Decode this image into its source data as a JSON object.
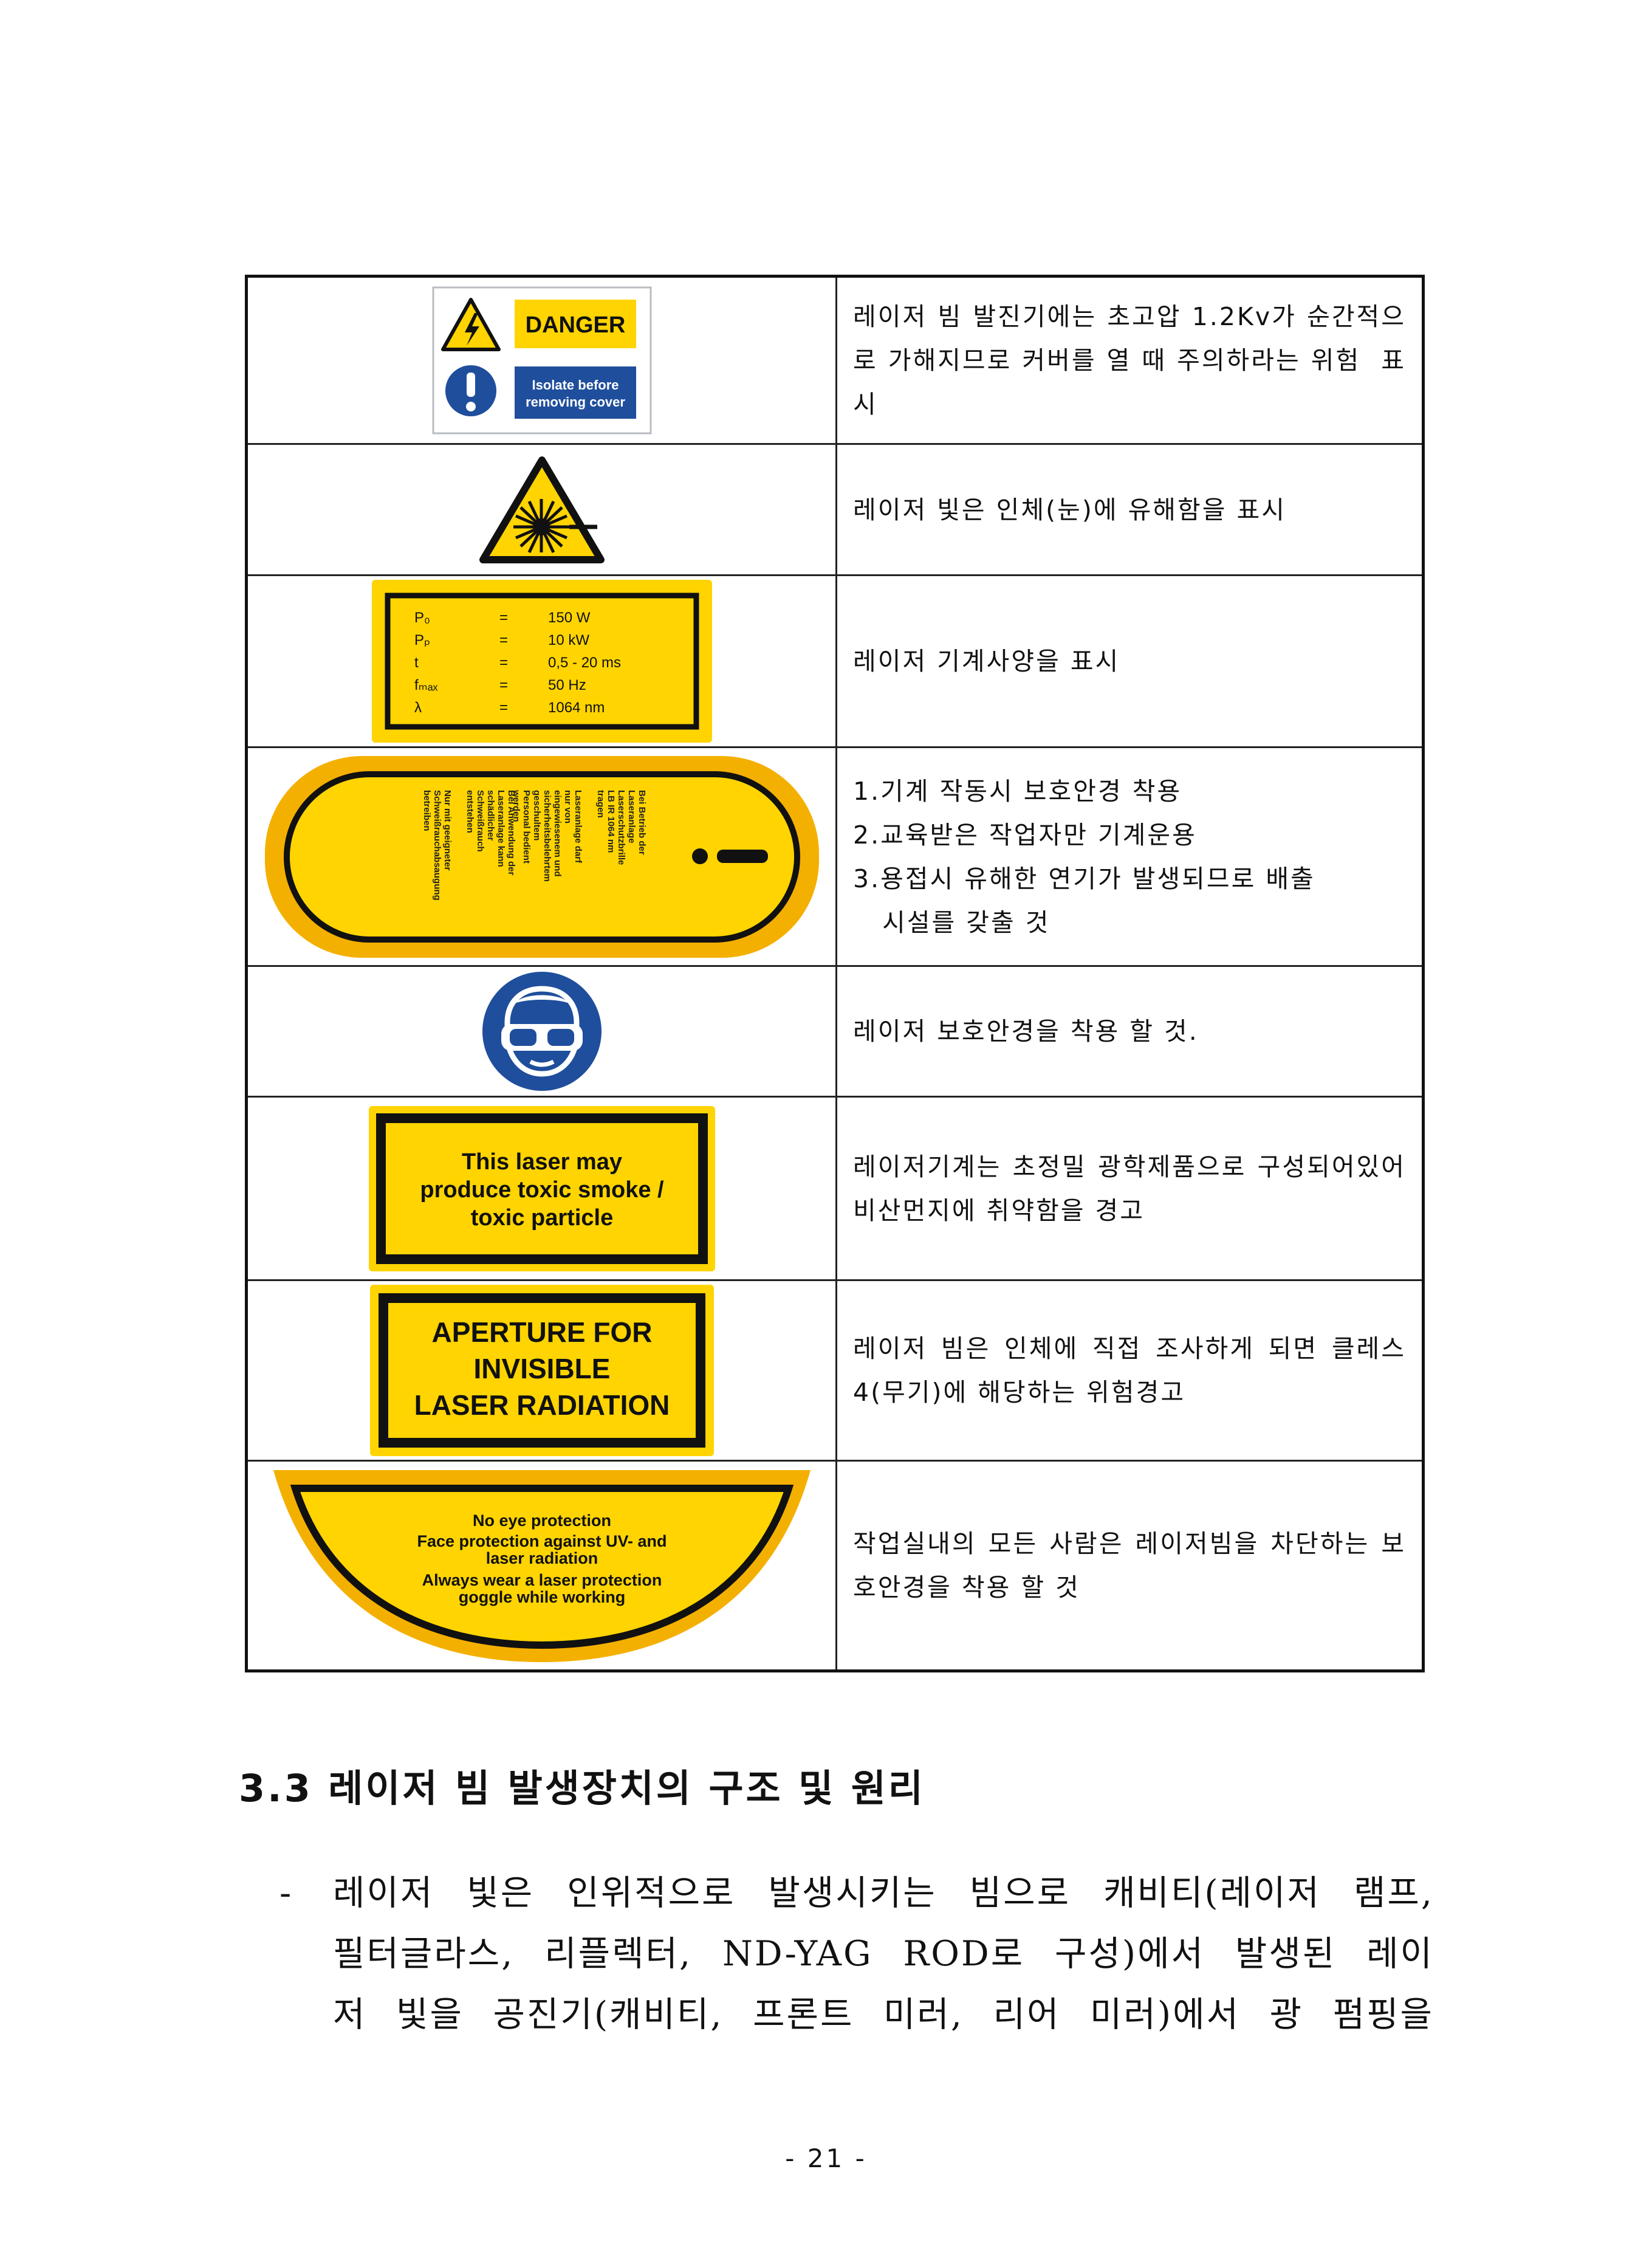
{
  "signs": [
    {
      "id": "danger-isolate",
      "label_lines": [
        "DANGER",
        "Isolate before",
        "removing cover"
      ],
      "description": "레이저 빔 발진기에는 초고압 1.2Kv가 순간적으로 가해지므로 커버를 열 때 주의하라는 위험  표시"
    },
    {
      "id": "laser-warning-triangle",
      "icon": "laser-starburst-icon",
      "description": "레이저 빛은 인체(눈)에 유해함을 표시"
    },
    {
      "id": "spec-plate",
      "spec_rows": [
        {
          "symbol": "P₀",
          "eq": "=",
          "value": "150 W"
        },
        {
          "symbol": "Pₚ",
          "eq": "=",
          "value": "10 kW"
        },
        {
          "symbol": "t",
          "eq": "=",
          "value": "0,5 - 20 ms"
        },
        {
          "symbol": "fₘₐₓ",
          "eq": "=",
          "value": "50 Hz"
        },
        {
          "symbol": "λ",
          "eq": "=",
          "value": "1064 nm"
        }
      ],
      "description": "레이저 기계사양을 표시"
    },
    {
      "id": "german-laser-label",
      "text_columns": [
        [
          "Bei Betrieb der",
          "Laseranlage",
          "Laserschutzbrille",
          "LB IR 1064 nm",
          "tragen"
        ],
        [
          "Laseranlage darf",
          "nur von",
          "eingewiesenem und",
          "sicherheitsbelehrtem",
          "geschultem",
          "Personal bedient",
          "werden"
        ],
        [
          "Bei Anwendung der",
          "Laseranlage kann",
          "schädlicher",
          "Schweißrauch",
          "entstehen"
        ],
        [
          "Nur mit geeigneter",
          "Schweißrauchabsaugung",
          "betreiben"
        ]
      ],
      "description_lines": [
        "1.기계 작동시 보호안경 착용",
        "2.교육받은 작업자만 기계운용",
        "3.용접시 유해한 연기가 발생되므로 배출",
        "   시설를 갖출 것"
      ]
    },
    {
      "id": "goggles-mandatory",
      "icon": "safety-goggles-icon",
      "description": "레이저 보호안경을 착용 할 것."
    },
    {
      "id": "toxic-smoke",
      "label_lines": [
        "This laser may",
        "produce toxic smoke /",
        "toxic particle"
      ],
      "description": "레이저기계는 초정밀 광학제품으로 구성되어있어 비산먼지에 취약함을 경고"
    },
    {
      "id": "aperture",
      "label_lines": [
        "APERTURE FOR",
        "INVISIBLE",
        "LASER RADIATION"
      ],
      "description": "레이저 빔은 인체에 직접 조사하게 되면 클레스 4(무기)에 해당하는 위험경고"
    },
    {
      "id": "eye-protection",
      "label_lines": [
        "No eye protection",
        "Face protection against UV- and",
        "laser radiation",
        "Always wear a laser protection",
        "goggle while working"
      ],
      "description": "작업실내의 모든 사람은 레이저빔을 차단하는 보호안경을 착용 할 것"
    }
  ],
  "section": {
    "heading": "3.3 레이저 빔 발생장치의 구조 및 원리",
    "dash": "-",
    "paragraph_lines": [
      "레이저 빛은 인위적으로 발생시키는 빔으로 캐비티(레이저 램프,",
      "필터글라스, 리플렉터, ND-YAG ROD로 구성)에서 발생된 레이",
      "저 빛을 공진기(캐비티, 프론트 미러, 리어 미러)에서 광 펌핑을"
    ]
  },
  "page_number": "- 21 -",
  "colors": {
    "sign_yellow": "#ffd400",
    "sign_blue": "#1f4e9c",
    "sign_black": "#111111",
    "sign_border_gray": "#b9bcc0"
  }
}
